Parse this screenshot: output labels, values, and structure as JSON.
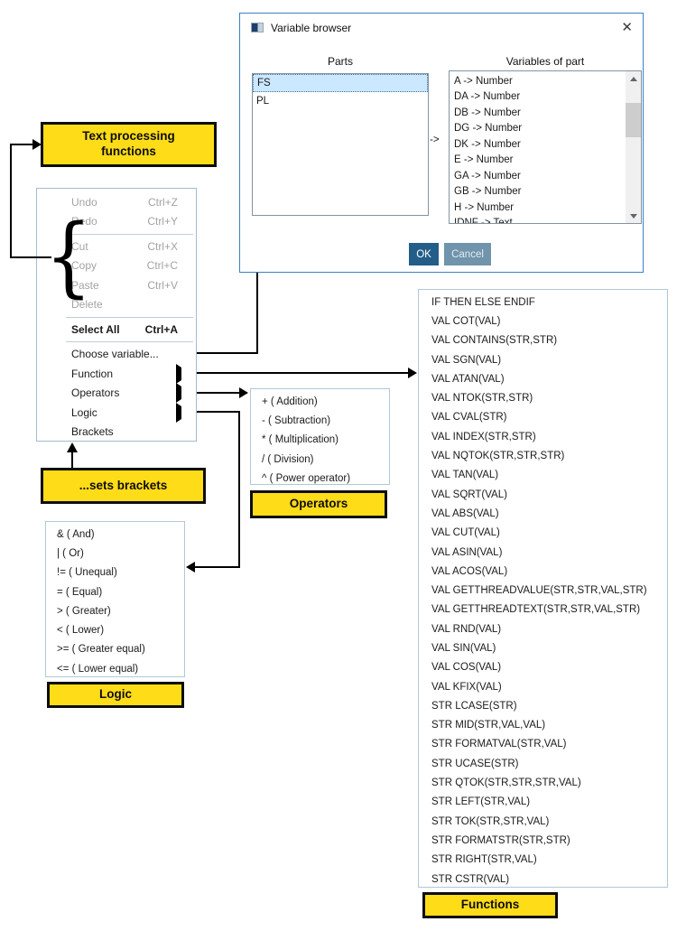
{
  "dialog": {
    "title": "Variable browser",
    "close_glyph": "✕",
    "parts_header": "Parts",
    "variables_header": "Variables of part",
    "parts": [
      "FS",
      "PL"
    ],
    "selected_part": "FS",
    "map_arrow": "->",
    "variables": [
      "A -> Number",
      "DA -> Number",
      "DB -> Number",
      "DG -> Number",
      "DK -> Number",
      "E -> Number",
      "GA -> Number",
      "GB -> Number",
      "H -> Number",
      "IDNF -> Text"
    ],
    "buttons": {
      "ok": "OK",
      "cancel": "Cancel"
    }
  },
  "callouts": {
    "text_processing": "Text processing functions",
    "sets_brackets": "...sets brackets",
    "operators": "Operators",
    "logic": "Logic",
    "functions": "Functions"
  },
  "decorations": {
    "brace_glyph": "{"
  },
  "context_menu": {
    "items": [
      {
        "label": "Undo",
        "shortcut": "Ctrl+Z"
      },
      {
        "label": "Redo",
        "shortcut": "Ctrl+Y"
      },
      {
        "label": "Cut",
        "shortcut": "Ctrl+X"
      },
      {
        "label": "Copy",
        "shortcut": "Ctrl+C"
      },
      {
        "label": "Paste",
        "shortcut": "Ctrl+V"
      },
      {
        "label": "Delete",
        "shortcut": ""
      },
      {
        "label": "Select All",
        "shortcut": "Ctrl+A"
      },
      {
        "label": "Choose variable...",
        "shortcut": ""
      },
      {
        "label": "Function",
        "shortcut": ""
      },
      {
        "label": "Operators",
        "shortcut": ""
      },
      {
        "label": "Logic",
        "shortcut": ""
      },
      {
        "label": "Brackets",
        "shortcut": ""
      }
    ]
  },
  "operators_menu": [
    "+ ( Addition)",
    "- ( Subtraction)",
    "* ( Multiplication)",
    "/ ( Division)",
    "^ ( Power operator)"
  ],
  "logic_menu": [
    "& ( And)",
    "| ( Or)",
    "!= ( Unequal)",
    "= ( Equal)",
    "> ( Greater)",
    "< ( Lower)",
    ">= ( Greater equal)",
    "<= ( Lower equal)"
  ],
  "functions_list": [
    "IF THEN ELSE ENDIF",
    "VAL COT(VAL)",
    "VAL CONTAINS(STR,STR)",
    "VAL SGN(VAL)",
    "VAL ATAN(VAL)",
    "VAL NTOK(STR,STR)",
    "VAL CVAL(STR)",
    "VAL INDEX(STR,STR)",
    "VAL NQTOK(STR,STR,STR)",
    "VAL TAN(VAL)",
    "VAL SQRT(VAL)",
    "VAL ABS(VAL)",
    "VAL CUT(VAL)",
    "VAL ASIN(VAL)",
    "VAL ACOS(VAL)",
    "VAL GETTHREADVALUE(STR,STR,VAL,STR)",
    "VAL GETTHREADTEXT(STR,STR,VAL,STR)",
    "VAL RND(VAL)",
    "VAL SIN(VAL)",
    "VAL COS(VAL)",
    "VAL KFIX(VAL)",
    "STR LCASE(STR)",
    "STR MID(STR,VAL,VAL)",
    "STR FORMATVAL(STR,VAL)",
    "STR UCASE(STR)",
    "STR QTOK(STR,STR,STR,VAL)",
    "STR LEFT(STR,VAL)",
    "STR TOK(STR,STR,VAL)",
    "STR FORMATSTR(STR,STR)",
    "STR RIGHT(STR,VAL)",
    "STR CSTR(VAL)"
  ],
  "colors": {
    "callout_yellow": "#ffdc18",
    "dialog_border": "#3b82c4",
    "ok_button": "#235e88",
    "cancel_button": "#6f94ab",
    "selection_blue": "#cce8ff",
    "disabled_text": "#a3a3a3"
  }
}
